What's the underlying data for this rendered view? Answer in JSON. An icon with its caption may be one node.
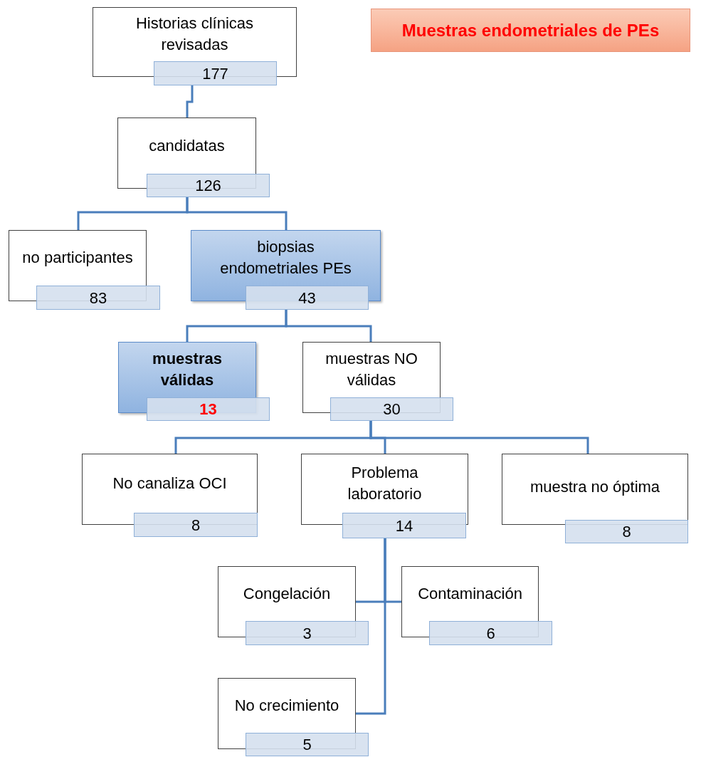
{
  "diagram": {
    "title": "Muestras endometriales de PEs",
    "nodes": [
      {
        "text": [
          "Historias clínicas revisadas",
          "177"
        ]
      },
      {
        "text": [
          "candidatas",
          "126"
        ]
      },
      {
        "text": [
          "no participantes",
          "83"
        ]
      },
      {
        "text": [
          "biopsias endometriales PEs",
          "43"
        ]
      },
      {
        "text": [
          "muestras válidas",
          "13"
        ]
      },
      {
        "text": [
          "muestras NO válidas",
          "30"
        ]
      },
      {
        "text": [
          "No canaliza OCI",
          "8"
        ]
      },
      {
        "text": [
          "Problema laboratorio",
          "14"
        ]
      },
      {
        "text": [
          "muestra no óptima",
          "8"
        ]
      },
      {
        "text": [
          "Congelación",
          "3"
        ]
      },
      {
        "text": [
          "Contaminación",
          "6"
        ]
      },
      {
        "text": [
          "No crecimiento",
          "5"
        ]
      }
    ],
    "edges": [
      {
        "from": 0,
        "to": 1,
        "arrow": "none"
      },
      {
        "from": 1,
        "to": 2,
        "arrow": "none"
      },
      {
        "from": 1,
        "to": 3,
        "arrow": "none"
      },
      {
        "from": 3,
        "to": 4,
        "arrow": "none"
      },
      {
        "from": 3,
        "to": 5,
        "arrow": "none"
      },
      {
        "from": 5,
        "to": 6,
        "arrow": "none"
      },
      {
        "from": 5,
        "to": 7,
        "arrow": "none"
      },
      {
        "from": 5,
        "to": 8,
        "arrow": "none"
      },
      {
        "from": 7,
        "to": 9,
        "arrow": "none"
      },
      {
        "from": 7,
        "to": 10,
        "arrow": "none"
      },
      {
        "from": 7,
        "to": 11,
        "arrow": "none"
      }
    ]
  }
}
